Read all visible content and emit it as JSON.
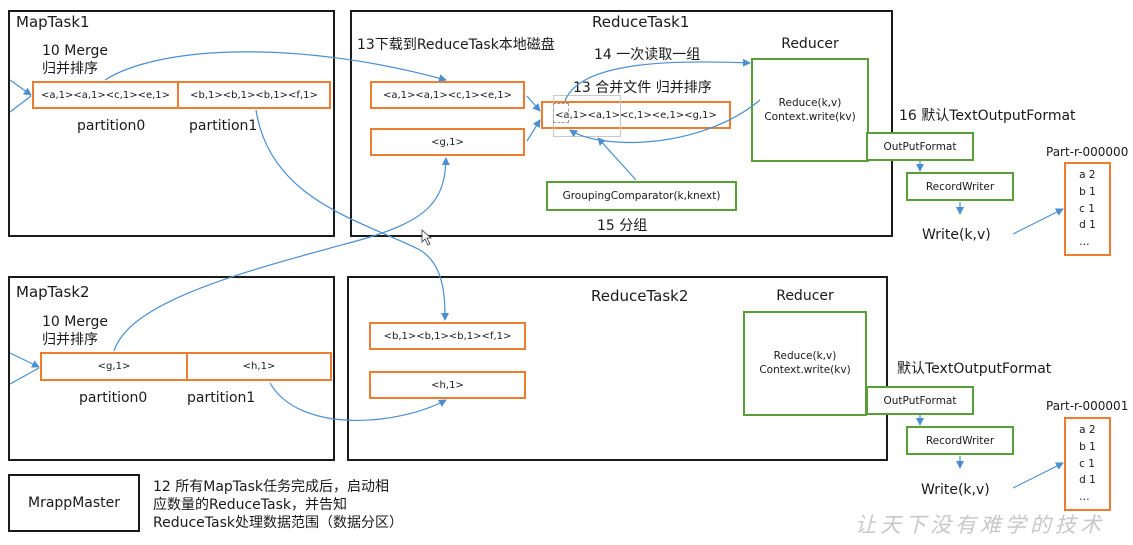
{
  "map_task_1": {
    "title": "MapTask1",
    "merge_label": "10 Merge\n归并排序",
    "partition0_content": "<a,1><a,1><c,1><e,1>",
    "partition1_content": "<b,1><b,1><b,1><f,1>",
    "partition0_label": "partition0",
    "partition1_label": "partition1"
  },
  "map_task_2": {
    "title": "MapTask2",
    "merge_label": "10 Merge\n归并排序",
    "partition0_content": "<g,1>",
    "partition1_content": "<h,1>",
    "partition0_label": "partition0",
    "partition1_label": "partition1"
  },
  "reduce_task_1": {
    "title": "ReduceTask1",
    "download_label": "13下载到ReduceTask本地磁盘",
    "read_group_label": "14 一次读取一组",
    "merge_label": "13 合并文件 归并排序",
    "input_box_1": "<a,1><a,1><c,1><e,1>",
    "input_box_2": "<g,1>",
    "merged_box": "<a,1><a,1><c,1><e,1><g,1>",
    "grouping": "GroupingComparator(k,knext)",
    "group_label": "15 分组",
    "reducer_title": "Reducer",
    "reducer_body": "Reduce(k,v)\nContext.write(kv)"
  },
  "reduce_task_2": {
    "title": "ReduceTask2",
    "input_box_1": "<b,1><b,1><b,1><f,1>",
    "input_box_2": "<h,1>",
    "reducer_title": "Reducer",
    "reducer_body": "Reduce(k,v)\nContext.write(kv)"
  },
  "output_1": {
    "format_label": "16 默认TextOutputFormat",
    "outputformat": "OutPutFormat",
    "recordwriter": "RecordWriter",
    "write": "Write(k,v)",
    "file_name": "Part-r-000000",
    "file_lines": "a 2\nb 1\nc 1\nd 1\n…"
  },
  "output_2": {
    "format_label": "默认TextOutputFormat",
    "outputformat": "OutPutFormat",
    "recordwriter": "RecordWriter",
    "write": "Write(k,v)",
    "file_name": "Part-r-000001",
    "file_lines": "a 2\nb 1\nc 1\nd 1\n…"
  },
  "master": {
    "title": "MrappMaster",
    "note": "12 所有MapTask任务完成后，启动相\n应数量的ReduceTask，并告知\nReduceTask处理数据范围（数据分区）"
  },
  "watermark": "让天下没有难学的技术",
  "colors": {
    "orange": "#ed7d31",
    "green": "#5a9e3a",
    "arrow_blue": "#4a8fd0",
    "border": "#1a1a1a"
  }
}
